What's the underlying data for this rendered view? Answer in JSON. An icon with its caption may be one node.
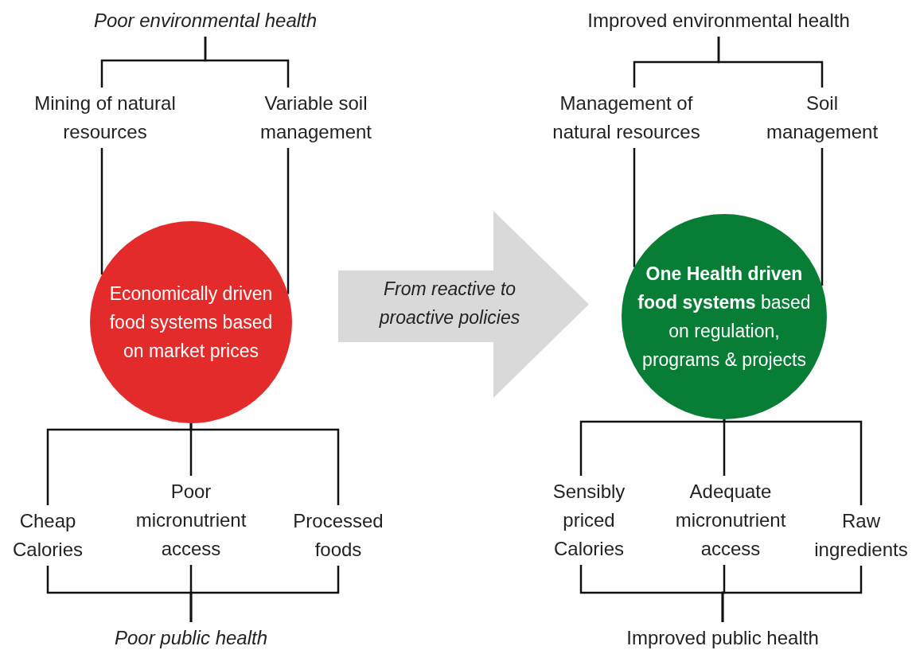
{
  "diagram": {
    "nodes": [
      {
        "text": [
          "Poor environmental health"
        ]
      },
      {
        "text": [
          "Improved environmental health"
        ]
      },
      {
        "text": [
          "Mining of natural resources"
        ]
      },
      {
        "text": [
          "Variable soil management"
        ]
      },
      {
        "text": [
          "Management of natural resources"
        ]
      },
      {
        "text": [
          "Soil management"
        ]
      },
      {
        "text": [
          "Economically driven food systems based on market prices"
        ]
      },
      {
        "text": [
          "From reactive to proactive policies"
        ]
      },
      {
        "text": [
          "**One Health driven food systems** based on regulation, programs & projects"
        ]
      },
      {
        "text": [
          "Cheap Calories"
        ]
      },
      {
        "text": [
          "Poor micronutrient access"
        ]
      },
      {
        "text": [
          "Processed foods"
        ]
      },
      {
        "text": [
          "Sensibly priced Calories"
        ]
      },
      {
        "text": [
          "Adequate micronutrient access"
        ]
      },
      {
        "text": [
          "Raw ingredients"
        ]
      },
      {
        "text": [
          "Poor public health"
        ]
      },
      {
        "text": [
          "Improved public health"
        ]
      }
    ],
    "edges": [
      {
        "from": 0,
        "to": 2,
        "arrow": "none"
      },
      {
        "from": 0,
        "to": 3,
        "arrow": "none"
      },
      {
        "from": 1,
        "to": 4,
        "arrow": "none"
      },
      {
        "from": 1,
        "to": 5,
        "arrow": "none"
      },
      {
        "from": 2,
        "to": 6,
        "arrow": "none"
      },
      {
        "from": 3,
        "to": 6,
        "arrow": "none"
      },
      {
        "from": 4,
        "to": 8,
        "arrow": "none"
      },
      {
        "from": 5,
        "to": 8,
        "arrow": "none"
      },
      {
        "from": 6,
        "to": 9,
        "arrow": "none"
      },
      {
        "from": 6,
        "to": 10,
        "arrow": "none"
      },
      {
        "from": 6,
        "to": 11,
        "arrow": "none"
      },
      {
        "from": 8,
        "to": 12,
        "arrow": "none"
      },
      {
        "from": 8,
        "to": 13,
        "arrow": "none"
      },
      {
        "from": 8,
        "to": 14,
        "arrow": "none"
      },
      {
        "from": 9,
        "to": 15,
        "arrow": "none"
      },
      {
        "from": 10,
        "to": 15,
        "arrow": "none"
      },
      {
        "from": 11,
        "to": 15,
        "arrow": "none"
      },
      {
        "from": 12,
        "to": 16,
        "arrow": "none"
      },
      {
        "from": 13,
        "to": 16,
        "arrow": "none"
      },
      {
        "from": 14,
        "to": 16,
        "arrow": "none"
      }
    ]
  }
}
